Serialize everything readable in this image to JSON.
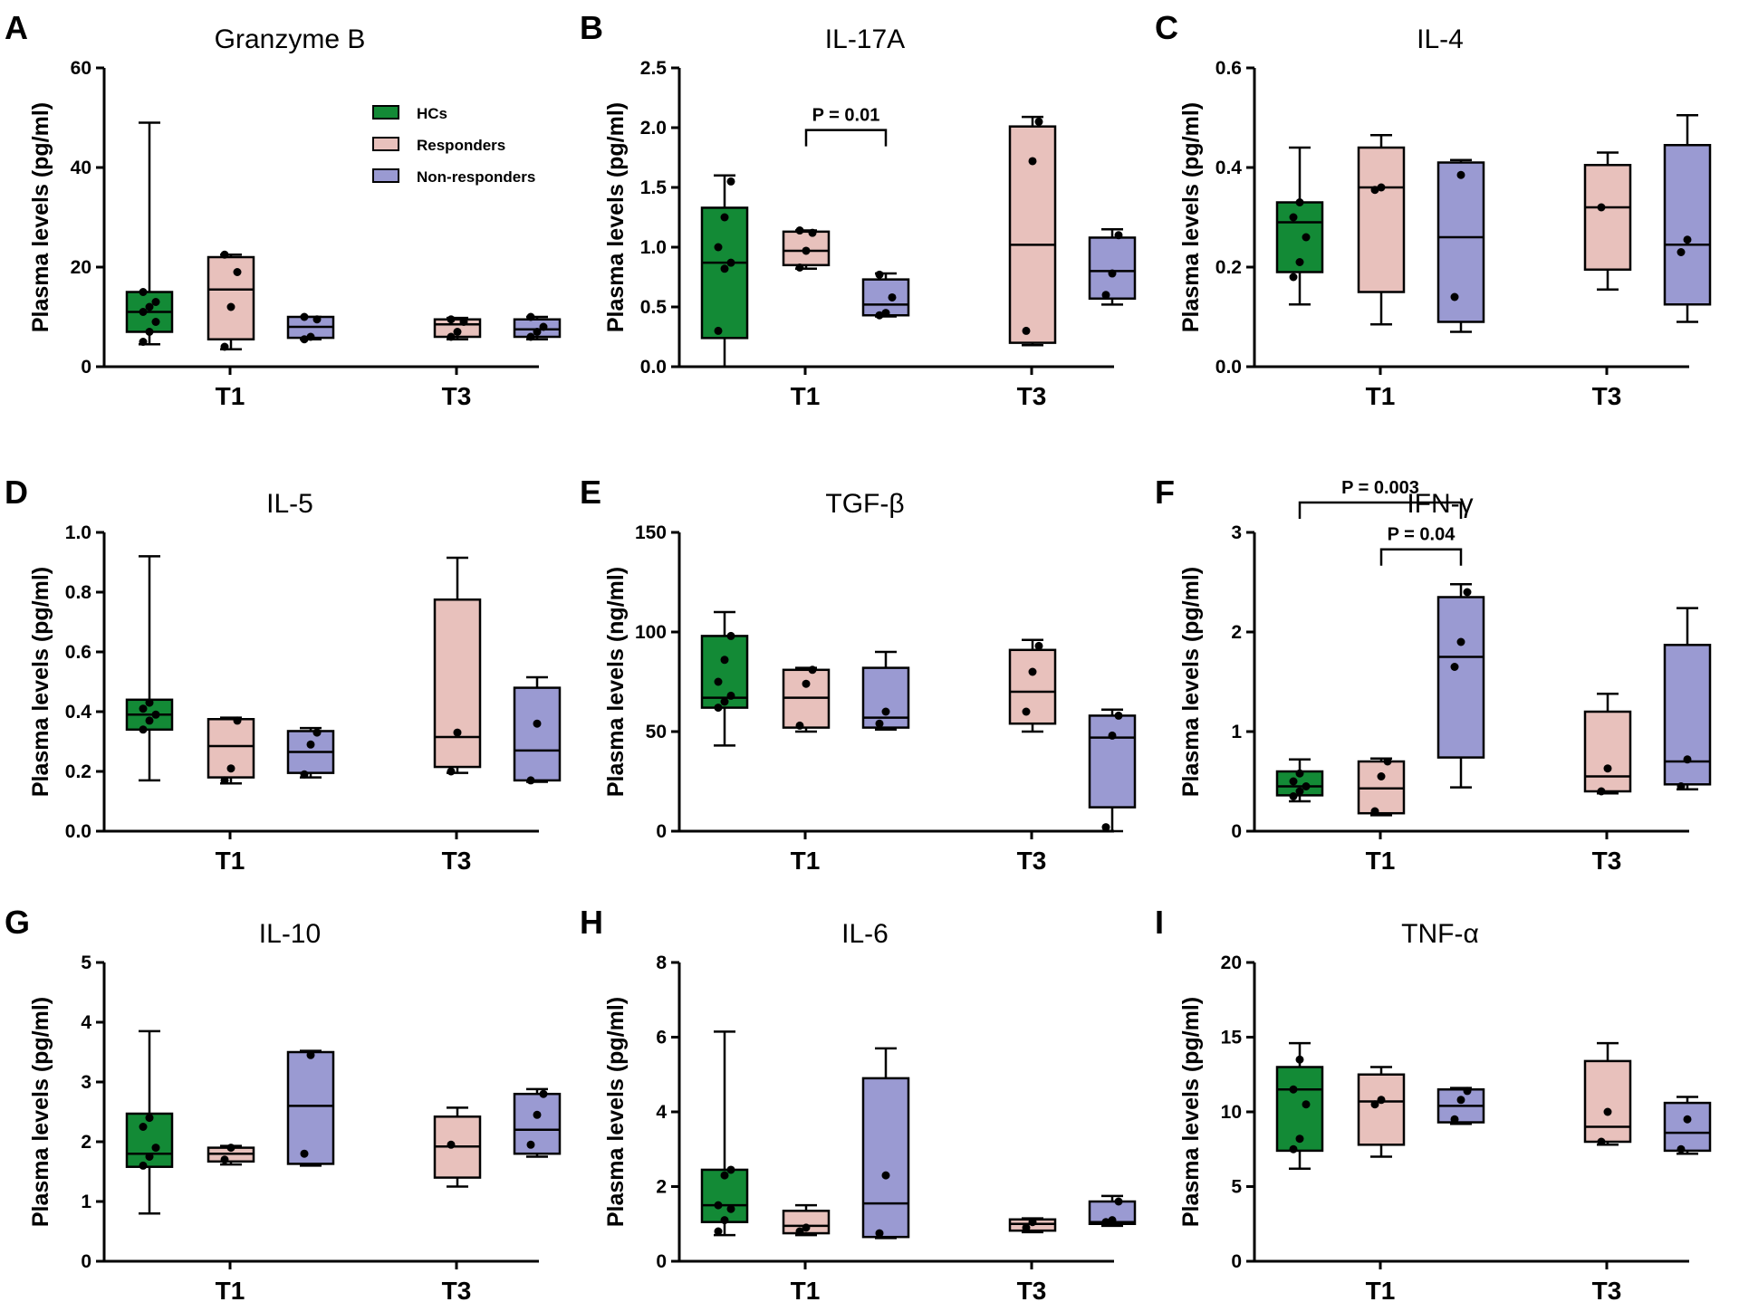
{
  "colors": {
    "HCs": "#138a36",
    "Responders": "#e8c1bc",
    "Non-responders": "#9a9ad2",
    "axis": "#000000"
  },
  "legend": [
    "HCs",
    "Responders",
    "Non-responders"
  ],
  "chart_data": [
    {
      "type": "box",
      "panel": "A",
      "title": "Granzyme B",
      "ylabel": "Plasma levels (pg/ml)",
      "ylim": [
        0,
        60
      ],
      "yticks": [
        "0",
        "20",
        "40",
        "60"
      ],
      "categories": [
        "T1",
        "T3"
      ],
      "boxes": [
        {
          "group": "HCs",
          "category": "T1",
          "min": 4.5,
          "q1": 7,
          "median": 11,
          "q3": 15,
          "max": 49,
          "points": [
            5,
            7,
            9,
            11,
            12,
            13,
            15
          ]
        },
        {
          "group": "Responders",
          "category": "T1",
          "min": 3.5,
          "q1": 5.5,
          "median": 15.5,
          "q3": 22,
          "max": 22.5,
          "points": [
            4,
            12,
            19,
            22.5
          ]
        },
        {
          "group": "Non-responders",
          "category": "T1",
          "min": 5.5,
          "q1": 5.8,
          "median": 8,
          "q3": 10,
          "max": 10,
          "points": [
            5.5,
            6,
            9.5,
            10
          ]
        },
        {
          "group": "Responders",
          "category": "T3",
          "min": 5.5,
          "q1": 6,
          "median": 8.5,
          "q3": 9.5,
          "max": 9.8,
          "points": [
            6,
            7,
            9,
            9.5
          ]
        },
        {
          "group": "Non-responders",
          "category": "T3",
          "min": 5.5,
          "q1": 6,
          "median": 7.5,
          "q3": 9.5,
          "max": 10,
          "points": [
            6,
            7,
            8,
            10
          ]
        }
      ],
      "comparisons": []
    },
    {
      "type": "box",
      "panel": "B",
      "title": "IL-17A",
      "ylabel": "Plasma levels (pg/ml)",
      "ylim": [
        0,
        2.5
      ],
      "yticks": [
        "0.0",
        "0.5",
        "1.0",
        "1.5",
        "2.0",
        "2.5"
      ],
      "categories": [
        "T1",
        "T3"
      ],
      "boxes": [
        {
          "group": "HCs",
          "category": "T1",
          "min": 0,
          "q1": 0.24,
          "median": 0.87,
          "q3": 1.33,
          "max": 1.6,
          "points": [
            0.3,
            0.82,
            0.87,
            1.0,
            1.25,
            1.55
          ]
        },
        {
          "group": "Responders",
          "category": "T1",
          "min": 0.82,
          "q1": 0.85,
          "median": 0.97,
          "q3": 1.13,
          "max": 1.14,
          "points": [
            0.83,
            0.97,
            1.12,
            1.14
          ]
        },
        {
          "group": "Non-responders",
          "category": "T1",
          "min": 0.42,
          "q1": 0.43,
          "median": 0.52,
          "q3": 0.73,
          "max": 0.78,
          "points": [
            0.43,
            0.45,
            0.58,
            0.77
          ]
        },
        {
          "group": "Responders",
          "category": "T3",
          "min": 0.18,
          "q1": 0.2,
          "median": 1.02,
          "q3": 2.01,
          "max": 2.09,
          "points": [
            0.3,
            1.72,
            2.05
          ]
        },
        {
          "group": "Non-responders",
          "category": "T3",
          "min": 0.52,
          "q1": 0.57,
          "median": 0.8,
          "q3": 1.08,
          "max": 1.15,
          "points": [
            0.6,
            0.78,
            1.1
          ]
        }
      ],
      "comparisons": [
        {
          "label": "P = 0.01",
          "from": [
            0,
            1
          ],
          "to": [
            0,
            2
          ],
          "y": 1.98
        }
      ]
    },
    {
      "type": "box",
      "panel": "C",
      "title": "IL-4",
      "ylabel": "Plasma levels (pg/ml)",
      "ylim": [
        0,
        0.6
      ],
      "yticks": [
        "0.0",
        "0.2",
        "0.4",
        "0.6"
      ],
      "categories": [
        "T1",
        "T3"
      ],
      "boxes": [
        {
          "group": "HCs",
          "category": "T1",
          "min": 0.125,
          "q1": 0.19,
          "median": 0.29,
          "q3": 0.33,
          "max": 0.44,
          "points": [
            0.18,
            0.21,
            0.26,
            0.3,
            0.33
          ]
        },
        {
          "group": "Responders",
          "category": "T1",
          "min": 0.085,
          "q1": 0.15,
          "median": 0.36,
          "q3": 0.44,
          "max": 0.465,
          "points": [
            0.355,
            0.36
          ]
        },
        {
          "group": "Non-responders",
          "category": "T1",
          "min": 0.07,
          "q1": 0.09,
          "median": 0.26,
          "q3": 0.41,
          "max": 0.415,
          "points": [
            0.14,
            0.385
          ]
        },
        {
          "group": "Responders",
          "category": "T3",
          "min": 0.155,
          "q1": 0.195,
          "median": 0.32,
          "q3": 0.405,
          "max": 0.43,
          "points": [
            0.32
          ]
        },
        {
          "group": "Non-responders",
          "category": "T3",
          "min": 0.09,
          "q1": 0.125,
          "median": 0.245,
          "q3": 0.445,
          "max": 0.505,
          "points": [
            0.23,
            0.255
          ]
        }
      ],
      "comparisons": []
    },
    {
      "type": "box",
      "panel": "D",
      "title": "IL-5",
      "ylabel": "Plasma levels (pg/ml)",
      "ylim": [
        0,
        1.0
      ],
      "yticks": [
        "0.0",
        "0.2",
        "0.4",
        "0.6",
        "0.8",
        "1.0"
      ],
      "categories": [
        "T1",
        "T3"
      ],
      "boxes": [
        {
          "group": "HCs",
          "category": "T1",
          "min": 0.17,
          "q1": 0.34,
          "median": 0.39,
          "q3": 0.44,
          "max": 0.92,
          "points": [
            0.34,
            0.37,
            0.39,
            0.41,
            0.43
          ]
        },
        {
          "group": "Responders",
          "category": "T1",
          "min": 0.16,
          "q1": 0.18,
          "median": 0.285,
          "q3": 0.375,
          "max": 0.38,
          "points": [
            0.17,
            0.21,
            0.37
          ]
        },
        {
          "group": "Non-responders",
          "category": "T1",
          "min": 0.18,
          "q1": 0.195,
          "median": 0.265,
          "q3": 0.335,
          "max": 0.345,
          "points": [
            0.19,
            0.29,
            0.33
          ]
        },
        {
          "group": "Responders",
          "category": "T3",
          "min": 0.195,
          "q1": 0.215,
          "median": 0.315,
          "q3": 0.775,
          "max": 0.915,
          "points": [
            0.2,
            0.33
          ]
        },
        {
          "group": "Non-responders",
          "category": "T3",
          "min": 0.165,
          "q1": 0.17,
          "median": 0.27,
          "q3": 0.48,
          "max": 0.515,
          "points": [
            0.17,
            0.36
          ]
        }
      ],
      "comparisons": []
    },
    {
      "type": "box",
      "panel": "E",
      "title": "TGF-β",
      "ylabel": "Plasma levels (ng/ml)",
      "ylim": [
        0,
        150
      ],
      "yticks": [
        "0",
        "50",
        "100",
        "150"
      ],
      "categories": [
        "T1",
        "T3"
      ],
      "boxes": [
        {
          "group": "HCs",
          "category": "T1",
          "min": 43,
          "q1": 62,
          "median": 67,
          "q3": 98,
          "max": 110,
          "points": [
            62,
            65,
            68,
            75,
            86,
            98
          ]
        },
        {
          "group": "Responders",
          "category": "T1",
          "min": 50,
          "q1": 52,
          "median": 67,
          "q3": 81,
          "max": 82,
          "points": [
            53,
            74,
            81
          ]
        },
        {
          "group": "Non-responders",
          "category": "T1",
          "min": 51,
          "q1": 52,
          "median": 57,
          "q3": 82,
          "max": 90,
          "points": [
            54,
            60
          ]
        },
        {
          "group": "Responders",
          "category": "T3",
          "min": 50,
          "q1": 54,
          "median": 70,
          "q3": 91,
          "max": 96,
          "points": [
            60,
            80,
            93
          ]
        },
        {
          "group": "Non-responders",
          "category": "T3",
          "min": 0,
          "q1": 12,
          "median": 47,
          "q3": 58,
          "max": 61,
          "points": [
            2,
            48,
            58
          ]
        }
      ],
      "comparisons": []
    },
    {
      "type": "box",
      "panel": "F",
      "title": "IFN-γ",
      "ylabel": "Plasma levels (pg/ml)",
      "ylim": [
        0,
        3
      ],
      "yticks": [
        "0",
        "1",
        "2",
        "3"
      ],
      "categories": [
        "T1",
        "T3"
      ],
      "boxes": [
        {
          "group": "HCs",
          "category": "T1",
          "min": 0.3,
          "q1": 0.36,
          "median": 0.45,
          "q3": 0.6,
          "max": 0.72,
          "points": [
            0.35,
            0.4,
            0.45,
            0.5,
            0.58
          ]
        },
        {
          "group": "Responders",
          "category": "T1",
          "min": 0.16,
          "q1": 0.18,
          "median": 0.43,
          "q3": 0.7,
          "max": 0.73,
          "points": [
            0.2,
            0.55,
            0.7
          ]
        },
        {
          "group": "Non-responders",
          "category": "T1",
          "min": 0.44,
          "q1": 0.74,
          "median": 1.75,
          "q3": 2.35,
          "max": 2.48,
          "points": [
            1.65,
            1.9,
            2.4
          ]
        },
        {
          "group": "Responders",
          "category": "T3",
          "min": 0.38,
          "q1": 0.4,
          "median": 0.55,
          "q3": 1.2,
          "max": 1.38,
          "points": [
            0.4,
            0.63
          ]
        },
        {
          "group": "Non-responders",
          "category": "T3",
          "min": 0.42,
          "q1": 0.47,
          "median": 0.7,
          "q3": 1.87,
          "max": 2.24,
          "points": [
            0.45,
            0.72
          ]
        }
      ],
      "comparisons": [
        {
          "label": "P = 0.003",
          "from": [
            0,
            0
          ],
          "to": [
            0,
            2
          ],
          "y": 3.3
        },
        {
          "label": "P = 0.04",
          "from": [
            0,
            1
          ],
          "to": [
            0,
            2
          ],
          "y": 2.83
        }
      ]
    },
    {
      "type": "box",
      "panel": "G",
      "title": "IL-10",
      "ylabel": "Plasma levels (pg/ml)",
      "ylim": [
        0,
        5
      ],
      "yticks": [
        "0",
        "1",
        "2",
        "3",
        "4",
        "5"
      ],
      "categories": [
        "T1",
        "T3"
      ],
      "boxes": [
        {
          "group": "HCs",
          "category": "T1",
          "min": 0.8,
          "q1": 1.58,
          "median": 1.8,
          "q3": 2.47,
          "max": 3.85,
          "points": [
            1.6,
            1.75,
            1.9,
            2.25,
            2.4
          ]
        },
        {
          "group": "Responders",
          "category": "T1",
          "min": 1.62,
          "q1": 1.67,
          "median": 1.8,
          "q3": 1.9,
          "max": 1.93,
          "points": [
            1.7,
            1.9
          ]
        },
        {
          "group": "Non-responders",
          "category": "T1",
          "min": 1.6,
          "q1": 1.63,
          "median": 2.6,
          "q3": 3.5,
          "max": 3.52,
          "points": [
            1.8,
            3.45
          ]
        },
        {
          "group": "Responders",
          "category": "T3",
          "min": 1.25,
          "q1": 1.4,
          "median": 1.92,
          "q3": 2.42,
          "max": 2.57,
          "points": [
            1.95
          ]
        },
        {
          "group": "Non-responders",
          "category": "T3",
          "min": 1.75,
          "q1": 1.8,
          "median": 2.2,
          "q3": 2.8,
          "max": 2.88,
          "points": [
            1.95,
            2.45,
            2.8
          ]
        }
      ],
      "comparisons": []
    },
    {
      "type": "box",
      "panel": "H",
      "title": "IL-6",
      "ylabel": "Plasma levels (pg/ml)",
      "ylim": [
        0,
        8
      ],
      "yticks": [
        "0",
        "2",
        "4",
        "6",
        "8"
      ],
      "categories": [
        "T1",
        "T3"
      ],
      "boxes": [
        {
          "group": "HCs",
          "category": "T1",
          "min": 0.7,
          "q1": 1.05,
          "median": 1.5,
          "q3": 2.45,
          "max": 6.15,
          "points": [
            0.8,
            1.1,
            1.4,
            1.5,
            2.3,
            2.45
          ]
        },
        {
          "group": "Responders",
          "category": "T1",
          "min": 0.7,
          "q1": 0.75,
          "median": 0.95,
          "q3": 1.35,
          "max": 1.5,
          "points": [
            0.8,
            0.9
          ]
        },
        {
          "group": "Non-responders",
          "category": "T1",
          "min": 0.62,
          "q1": 0.65,
          "median": 1.55,
          "q3": 4.9,
          "max": 5.7,
          "points": [
            0.75,
            2.3
          ]
        },
        {
          "group": "Responders",
          "category": "T3",
          "min": 0.78,
          "q1": 0.82,
          "median": 1.0,
          "q3": 1.12,
          "max": 1.15,
          "points": [
            0.9,
            1.05
          ]
        },
        {
          "group": "Non-responders",
          "category": "T3",
          "min": 0.95,
          "q1": 1.0,
          "median": 1.05,
          "q3": 1.6,
          "max": 1.75,
          "points": [
            1.05,
            1.1,
            1.6
          ]
        }
      ],
      "comparisons": []
    },
    {
      "type": "box",
      "panel": "I",
      "title": "TNF-α",
      "ylabel": "Plasma levels (pg/ml)",
      "ylim": [
        0,
        20
      ],
      "yticks": [
        "0",
        "5",
        "10",
        "15",
        "20"
      ],
      "categories": [
        "T1",
        "T3"
      ],
      "boxes": [
        {
          "group": "HCs",
          "category": "T1",
          "min": 6.2,
          "q1": 7.4,
          "median": 11.5,
          "q3": 13,
          "max": 14.6,
          "points": [
            7.5,
            8.2,
            10.5,
            11.5,
            13.5
          ]
        },
        {
          "group": "Responders",
          "category": "T1",
          "min": 7,
          "q1": 7.8,
          "median": 10.7,
          "q3": 12.5,
          "max": 13,
          "points": [
            10.5,
            10.8
          ]
        },
        {
          "group": "Non-responders",
          "category": "T1",
          "min": 9.2,
          "q1": 9.3,
          "median": 10.4,
          "q3": 11.5,
          "max": 11.6,
          "points": [
            9.5,
            10.8,
            11.4
          ]
        },
        {
          "group": "Responders",
          "category": "T3",
          "min": 7.8,
          "q1": 8,
          "median": 9,
          "q3": 13.4,
          "max": 14.6,
          "points": [
            8,
            10
          ]
        },
        {
          "group": "Non-responders",
          "category": "T3",
          "min": 7.2,
          "q1": 7.4,
          "median": 8.6,
          "q3": 10.6,
          "max": 11,
          "points": [
            7.5,
            9.5
          ]
        }
      ],
      "comparisons": []
    }
  ]
}
